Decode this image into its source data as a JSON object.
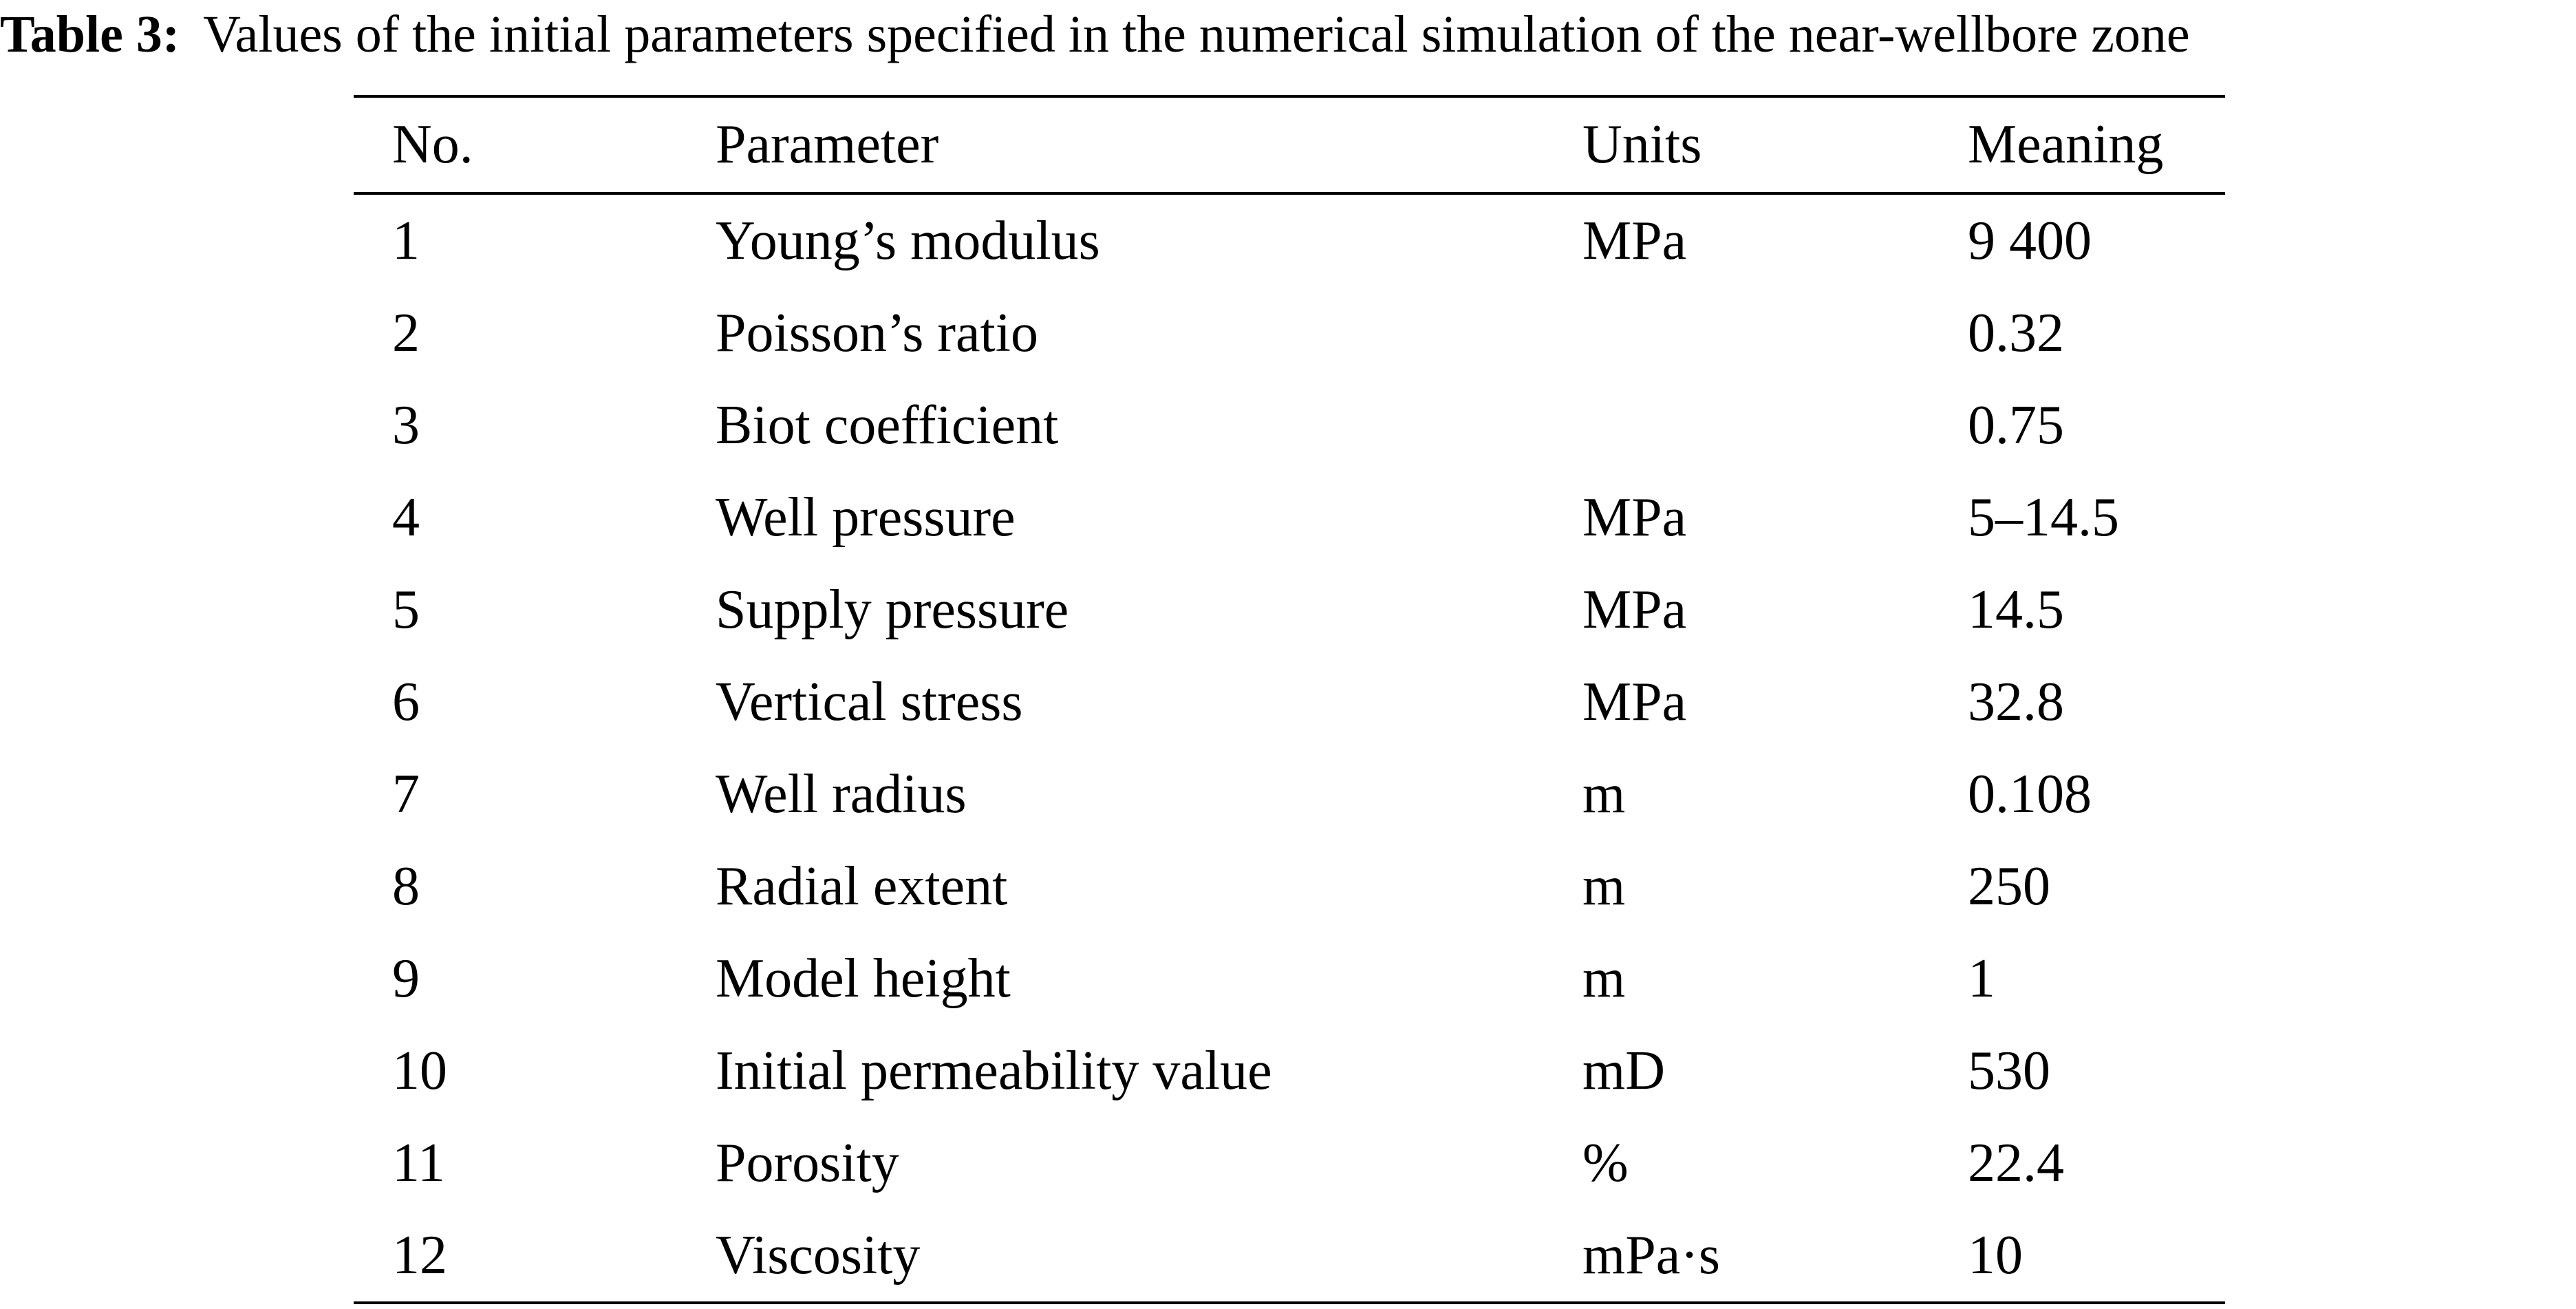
{
  "caption": {
    "label": "Table 3:",
    "text": "Values of the initial parameters specified in the numerical simulation of the near-wellbore zone"
  },
  "table": {
    "headers": [
      "No.",
      "Parameter",
      "Units",
      "Meaning"
    ],
    "rows": [
      [
        "1",
        "Young’s modulus",
        "MPa",
        "9 400"
      ],
      [
        "2",
        "Poisson’s ratio",
        "",
        "0.32"
      ],
      [
        "3",
        "Biot coefficient",
        "",
        "0.75"
      ],
      [
        "4",
        "Well pressure",
        "MPa",
        "5–14.5"
      ],
      [
        "5",
        "Supply pressure",
        "MPa",
        "14.5"
      ],
      [
        "6",
        "Vertical stress",
        "MPa",
        "32.8"
      ],
      [
        "7",
        "Well radius",
        "m",
        "0.108"
      ],
      [
        "8",
        "Radial extent",
        "m",
        "250"
      ],
      [
        "9",
        "Model height",
        "m",
        "1"
      ],
      [
        "10",
        "Initial permeability value",
        "mD",
        "530"
      ],
      [
        "11",
        "Porosity",
        "%",
        "22.4"
      ],
      [
        "12",
        "Viscosity",
        "mPa·s",
        "10"
      ]
    ]
  }
}
